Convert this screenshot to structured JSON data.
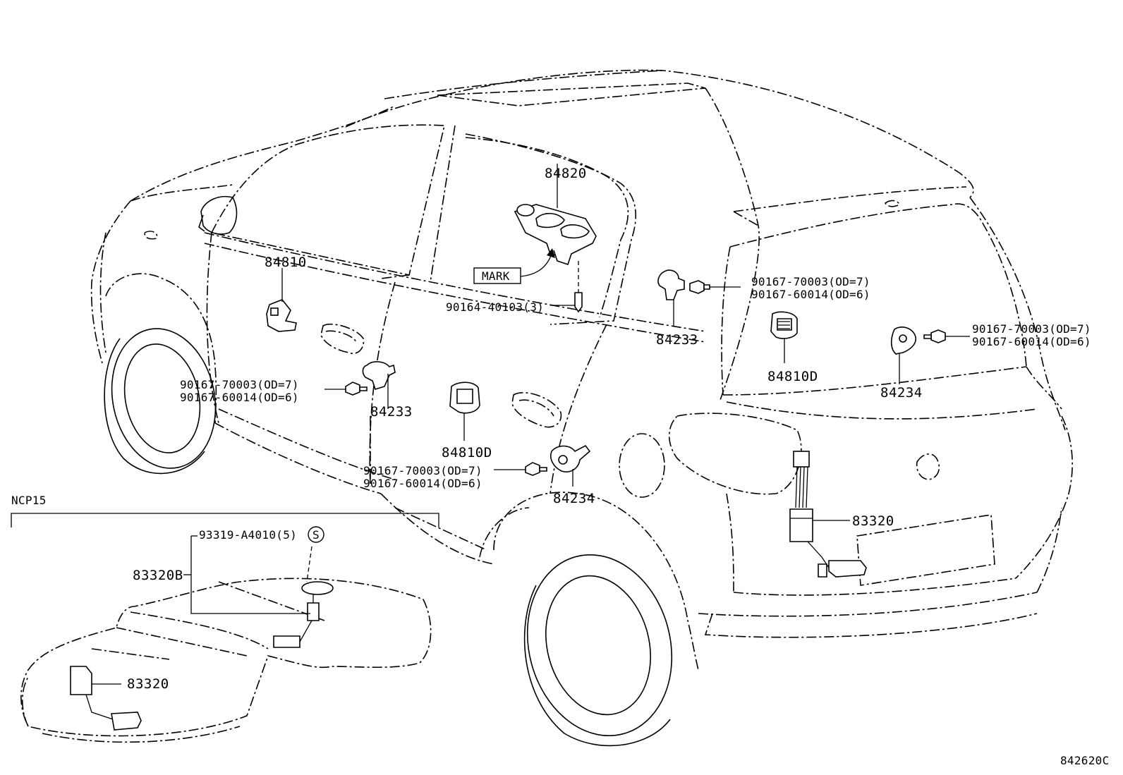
{
  "diagram": {
    "figure_code": "842620C",
    "inset_title": "NCP15",
    "mark_label": "MARK",
    "labels": {
      "p84820": "84820",
      "p84810": "84810",
      "screw_center": "90164-40103(3)",
      "p84233_center": "84233",
      "p84233_left": "84233",
      "bolt_center_a": "90167-70003(OD=7)",
      "bolt_center_b": "90167-60014(OD=6)",
      "bolt_left_a": "90167-70003(OD=7)",
      "bolt_left_b": "90167-60014(OD=6)",
      "bolt_rear_a": "90167-70003(OD=7)",
      "bolt_rear_b": "90167-60014(OD=6)",
      "bolt_bottom_a": "90167-70003(OD=7)",
      "bolt_bottom_b": "90167-60014(OD=6)",
      "p84810D_right": "84810D",
      "p84810D_center": "84810D",
      "p84234_rear": "84234",
      "p84234_center": "84234",
      "p83320_main": "83320",
      "inset_screw": "93319-A4010(5)",
      "inset_symbol": "S",
      "p83320B": "83320B",
      "p83320_inset": "83320"
    }
  }
}
